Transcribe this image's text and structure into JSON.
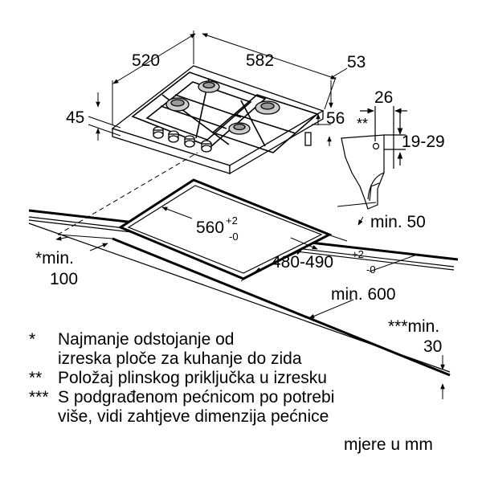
{
  "dimensions": {
    "hob_depth": "520",
    "hob_width": "582",
    "hob_height": "45",
    "side_53": "53",
    "side_56": "56",
    "connector_26": "26",
    "connector_mark": "**",
    "connector_range": "19-29",
    "cutout_width_main": "560",
    "cutout_width_tol_top": "+2",
    "cutout_width_tol_bottom": "-0",
    "cutout_depth_main": "480-490",
    "cutout_depth_tol_top": "+2",
    "cutout_depth_tol_bottom": "-0",
    "min_50": "min. 50",
    "min_600": "min. 600",
    "min_100_line1": "*min.",
    "min_100_line2": "100",
    "min_30_line1": "***min.",
    "min_30_line2": "30"
  },
  "notes": [
    {
      "marker": "*",
      "lines": [
        "Najmanje odstojanje od",
        "izreska ploče za kuhanje do zida"
      ]
    },
    {
      "marker": "**",
      "lines": [
        "Položaj plinskog priključka u izresku"
      ]
    },
    {
      "marker": "***",
      "lines": [
        "S podgrađenom pećnicom po potrebi",
        "više, vidi zahtjeve dimenzija pećnice"
      ]
    }
  ],
  "units_note": "mjere u mm"
}
